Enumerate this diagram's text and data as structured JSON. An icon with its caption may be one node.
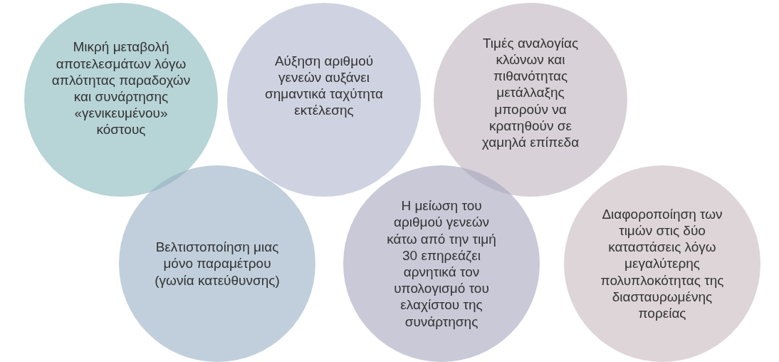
{
  "diagram": {
    "nodes": [
      {
        "text": [
          "Μικρή μεταβολή αποτελεσμάτων λόγω απλότητας παραδοχών και συνάρτησης «γενικευμένου» κόστους"
        ]
      },
      {
        "text": [
          "Αύξηση αριθμού γενεών αυξάνει σημαντικά ταχύτητα εκτέλεσης"
        ]
      },
      {
        "text": [
          "Τιμές αναλογίας κλώνων και πιθανότητας μετάλλαξης μπορούν να κρατηθούν σε χαμηλά επίπεδα"
        ]
      },
      {
        "text": [
          "Βελτιστοποίηση μιας μόνο παραμέτρου (γωνία κατεύθυνσης)"
        ]
      },
      {
        "text": [
          "Η μείωση του αριθμού γενεών κάτω από την τιμή 30 επηρεάζει αρνητικά τον υπολογισμό του ελαχίστου της συνάρτησης"
        ]
      },
      {
        "text": [
          "Διαφοροποίηση των τιμών στις δύο καταστάσεις λόγω μεγαλύτερης πολυπλοκότητας της διασταυρωμένης πορείας"
        ]
      }
    ]
  }
}
